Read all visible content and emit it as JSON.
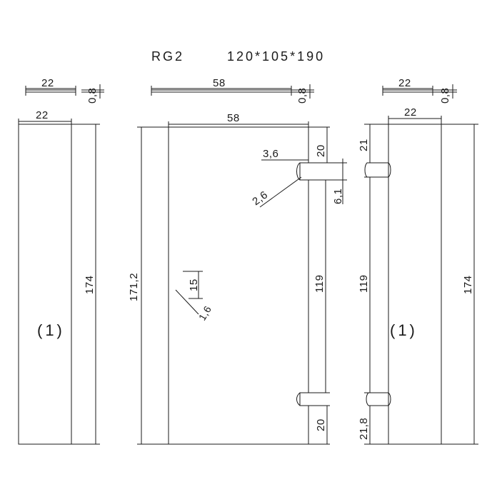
{
  "title": {
    "code": "RG2",
    "size": "120*105*190"
  },
  "left_part": {
    "strip_width": "22",
    "strip_thickness": "0,8",
    "width": "22",
    "height": "174",
    "part_number": "(1)"
  },
  "middle_part": {
    "strip_width": "58",
    "strip_thickness": "0,8",
    "width": "58",
    "height": "171,2",
    "notch_width": "3,6",
    "notch_radius": "2,6",
    "notch_height": "6,1",
    "top_offset": "20",
    "slot_length": "119",
    "bottom_offset": "20",
    "hole_size": "15",
    "hole_diameter": "1,6"
  },
  "right_part": {
    "strip_width": "22",
    "strip_thickness": "0,8",
    "width": "22",
    "height": "174",
    "top_offset": "21",
    "slot_length": "119",
    "bottom_offset": "21,8",
    "part_number": "(1)"
  },
  "colors": {
    "line": "#1a1a1a",
    "background": "#ffffff"
  }
}
